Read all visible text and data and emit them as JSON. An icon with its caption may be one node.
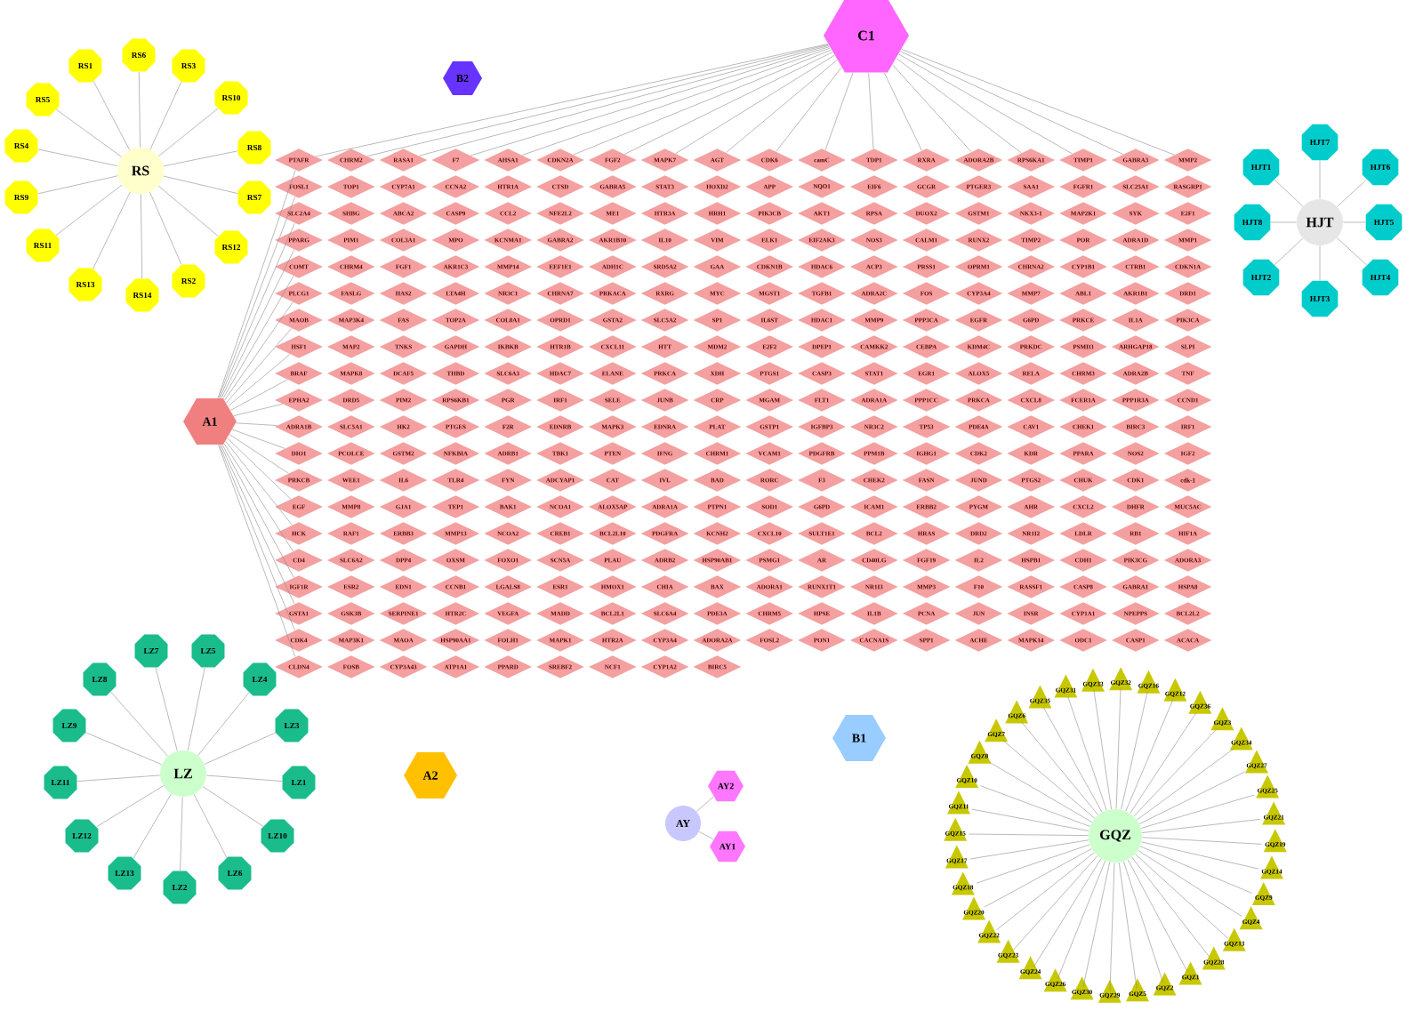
{
  "diagram": {
    "nodes": [
      {
        "text": [
          "RS"
        ]
      },
      {
        "text": [
          "RS1"
        ]
      },
      {
        "text": [
          "RS2"
        ]
      },
      {
        "text": [
          "RS3"
        ]
      },
      {
        "text": [
          "RS4"
        ]
      },
      {
        "text": [
          "RS5"
        ]
      },
      {
        "text": [
          "RS6"
        ]
      },
      {
        "text": [
          "RS7"
        ]
      },
      {
        "text": [
          "RS8"
        ]
      },
      {
        "text": [
          "RS9"
        ]
      },
      {
        "text": [
          "RS10"
        ]
      },
      {
        "text": [
          "RS11"
        ]
      },
      {
        "text": [
          "RS12"
        ]
      },
      {
        "text": [
          "RS13"
        ]
      },
      {
        "text": [
          "RS14"
        ]
      },
      {
        "text": [
          "B2"
        ]
      },
      {
        "text": [
          "C1"
        ]
      },
      {
        "text": [
          "HJT"
        ]
      },
      {
        "text": [
          "HJT1"
        ]
      },
      {
        "text": [
          "HJT2"
        ]
      },
      {
        "text": [
          "HJT3"
        ]
      },
      {
        "text": [
          "HJT4"
        ]
      },
      {
        "text": [
          "HJT5"
        ]
      },
      {
        "text": [
          "HJT6"
        ]
      },
      {
        "text": [
          "HJT7"
        ]
      },
      {
        "text": [
          "HJT8"
        ]
      },
      {
        "text": [
          "A1"
        ]
      },
      {
        "text": [
          "PTAFR"
        ]
      },
      {
        "text": [
          "CHRM2"
        ]
      },
      {
        "text": [
          "RASA1"
        ]
      },
      {
        "text": [
          "F7"
        ]
      },
      {
        "text": [
          "AHSA1"
        ]
      },
      {
        "text": [
          "CDKN2A"
        ]
      },
      {
        "text": [
          "FGF2"
        ]
      },
      {
        "text": [
          "MAPK7"
        ]
      },
      {
        "text": [
          "AGT"
        ]
      },
      {
        "text": [
          "CDK6"
        ]
      },
      {
        "text": [
          "camC"
        ]
      },
      {
        "text": [
          "TDP1"
        ]
      },
      {
        "text": [
          "RXRA"
        ]
      },
      {
        "text": [
          "ADORA2B"
        ]
      },
      {
        "text": [
          "RPS6KA1"
        ]
      },
      {
        "text": [
          "TIMP1"
        ]
      },
      {
        "text": [
          "GABRA3"
        ]
      },
      {
        "text": [
          "MMP2"
        ]
      },
      {
        "text": [
          "FOSL1"
        ]
      },
      {
        "text": [
          "TOP1"
        ]
      },
      {
        "text": [
          "CYP7A1"
        ]
      },
      {
        "text": [
          "CCNA2"
        ]
      },
      {
        "text": [
          "HTR1A"
        ]
      },
      {
        "text": [
          "CTSD"
        ]
      },
      {
        "text": [
          "GABRA5"
        ]
      },
      {
        "text": [
          "STAT3"
        ]
      },
      {
        "text": [
          "HOXD2"
        ]
      },
      {
        "text": [
          "APP"
        ]
      },
      {
        "text": [
          "NQO1"
        ]
      },
      {
        "text": [
          "EIF6"
        ]
      },
      {
        "text": [
          "GCGR"
        ]
      },
      {
        "text": [
          "PTGER3"
        ]
      },
      {
        "text": [
          "SAA1"
        ]
      },
      {
        "text": [
          "FGFR1"
        ]
      },
      {
        "text": [
          "SLC25A1"
        ]
      },
      {
        "text": [
          "RASGRP1"
        ]
      },
      {
        "text": [
          "SLC2A4"
        ]
      },
      {
        "text": [
          "SHBG"
        ]
      },
      {
        "text": [
          "ABCA2"
        ]
      },
      {
        "text": [
          "CASP9"
        ]
      },
      {
        "text": [
          "CCL2"
        ]
      },
      {
        "text": [
          "NFE2L2"
        ]
      },
      {
        "text": [
          "ME1"
        ]
      },
      {
        "text": [
          "HTR3A"
        ]
      },
      {
        "text": [
          "HRH1"
        ]
      },
      {
        "text": [
          "PIK3CB"
        ]
      },
      {
        "text": [
          "AKT1"
        ]
      },
      {
        "text": [
          "RPSA"
        ]
      },
      {
        "text": [
          "DUOX2"
        ]
      },
      {
        "text": [
          "GSTM1"
        ]
      },
      {
        "text": [
          "NKX3-1"
        ]
      },
      {
        "text": [
          "MAP2K1"
        ]
      },
      {
        "text": [
          "SYK"
        ]
      },
      {
        "text": [
          "E2F1"
        ]
      },
      {
        "text": [
          "PPARG"
        ]
      },
      {
        "text": [
          "PIM1"
        ]
      },
      {
        "text": [
          "COL3A1"
        ]
      },
      {
        "text": [
          "MPO"
        ]
      },
      {
        "text": [
          "KCNMA1"
        ]
      },
      {
        "text": [
          "GABRA2"
        ]
      },
      {
        "text": [
          "AKR1B10"
        ]
      },
      {
        "text": [
          "IL10"
        ]
      },
      {
        "text": [
          "VIM"
        ]
      },
      {
        "text": [
          "ELK1"
        ]
      },
      {
        "text": [
          "EIF2AK3"
        ]
      },
      {
        "text": [
          "NOS3"
        ]
      },
      {
        "text": [
          "CALM1"
        ]
      },
      {
        "text": [
          "RUNX2"
        ]
      },
      {
        "text": [
          "TIMP2"
        ]
      },
      {
        "text": [
          "POR"
        ]
      },
      {
        "text": [
          "ADRA1D"
        ]
      },
      {
        "text": [
          "MMP1"
        ]
      },
      {
        "text": [
          "COMT"
        ]
      },
      {
        "text": [
          "CHRM4"
        ]
      },
      {
        "text": [
          "FGF1"
        ]
      },
      {
        "text": [
          "AKR1C3"
        ]
      },
      {
        "text": [
          "MMP14"
        ]
      },
      {
        "text": [
          "EEF1E1"
        ]
      },
      {
        "text": [
          "ADH1C"
        ]
      },
      {
        "text": [
          "SRD5A2"
        ]
      },
      {
        "text": [
          "GAA"
        ]
      },
      {
        "text": [
          "CDKN1B"
        ]
      },
      {
        "text": [
          "HDAC6"
        ]
      },
      {
        "text": [
          "ACP3"
        ]
      },
      {
        "text": [
          "PRSS1"
        ]
      },
      {
        "text": [
          "OPRM1"
        ]
      },
      {
        "text": [
          "CHRNA2"
        ]
      },
      {
        "text": [
          "CYP1B1"
        ]
      },
      {
        "text": [
          "CTRB1"
        ]
      },
      {
        "text": [
          "CDKN1A"
        ]
      },
      {
        "text": [
          "PLCG1"
        ]
      },
      {
        "text": [
          "FASLG"
        ]
      },
      {
        "text": [
          "HAS2"
        ]
      },
      {
        "text": [
          "LTA4H"
        ]
      },
      {
        "text": [
          "NR3C1"
        ]
      },
      {
        "text": [
          "CHRNA7"
        ]
      },
      {
        "text": [
          "PRKACA"
        ]
      },
      {
        "text": [
          "RXRG"
        ]
      },
      {
        "text": [
          "MYC"
        ]
      },
      {
        "text": [
          "MGST1"
        ]
      },
      {
        "text": [
          "TGFB1"
        ]
      },
      {
        "text": [
          "ADRA2C"
        ]
      },
      {
        "text": [
          "FOS"
        ]
      },
      {
        "text": [
          "CYP3A4"
        ]
      },
      {
        "text": [
          "MMP7"
        ]
      },
      {
        "text": [
          "ABL1"
        ]
      },
      {
        "text": [
          "AKR1B1"
        ]
      },
      {
        "text": [
          "DRD1"
        ]
      },
      {
        "text": [
          "MAOB"
        ]
      },
      {
        "text": [
          "MAP3K4"
        ]
      },
      {
        "text": [
          "FAS"
        ]
      },
      {
        "text": [
          "TOP2A"
        ]
      },
      {
        "text": [
          "COL8A1"
        ]
      },
      {
        "text": [
          "OPRD1"
        ]
      },
      {
        "text": [
          "GSTA2"
        ]
      },
      {
        "text": [
          "SLC5A2"
        ]
      },
      {
        "text": [
          "SP1"
        ]
      },
      {
        "text": [
          "IL6ST"
        ]
      },
      {
        "text": [
          "HDAC1"
        ]
      },
      {
        "text": [
          "MMP9"
        ]
      },
      {
        "text": [
          "PPP3CA"
        ]
      },
      {
        "text": [
          "EGFR"
        ]
      },
      {
        "text": [
          "G6PD"
        ]
      },
      {
        "text": [
          "PRKCE"
        ]
      },
      {
        "text": [
          "IL1A"
        ]
      },
      {
        "text": [
          "PIK3CA"
        ]
      },
      {
        "text": [
          "HSF1"
        ]
      },
      {
        "text": [
          "MAP2"
        ]
      },
      {
        "text": [
          "TNKS"
        ]
      },
      {
        "text": [
          "GAPDH"
        ]
      },
      {
        "text": [
          "IKBKB"
        ]
      },
      {
        "text": [
          "HTR1B"
        ]
      },
      {
        "text": [
          "CXCL11"
        ]
      },
      {
        "text": [
          "HTT"
        ]
      },
      {
        "text": [
          "MDM2"
        ]
      },
      {
        "text": [
          "E2F2"
        ]
      },
      {
        "text": [
          "DPEP1"
        ]
      },
      {
        "text": [
          "CAMKK2"
        ]
      },
      {
        "text": [
          "CEBPA"
        ]
      },
      {
        "text": [
          "KDM4C"
        ]
      },
      {
        "text": [
          "PRKDC"
        ]
      },
      {
        "text": [
          "PSMD3"
        ]
      },
      {
        "text": [
          "ARHGAP18"
        ]
      },
      {
        "text": [
          "SLPI"
        ]
      },
      {
        "text": [
          "BRAF"
        ]
      },
      {
        "text": [
          "MAPK8"
        ]
      },
      {
        "text": [
          "DCAF5"
        ]
      },
      {
        "text": [
          "THBD"
        ]
      },
      {
        "text": [
          "SLC6A3"
        ]
      },
      {
        "text": [
          "HDAC7"
        ]
      },
      {
        "text": [
          "ELANE"
        ]
      },
      {
        "text": [
          "PRKCA"
        ]
      },
      {
        "text": [
          "XDH"
        ]
      },
      {
        "text": [
          "PTGS1"
        ]
      },
      {
        "text": [
          "CASP3"
        ]
      },
      {
        "text": [
          "STAT1"
        ]
      },
      {
        "text": [
          "EGR1"
        ]
      },
      {
        "text": [
          "ALOX5"
        ]
      },
      {
        "text": [
          "RELA"
        ]
      },
      {
        "text": [
          "CHRM3"
        ]
      },
      {
        "text": [
          "ADRA2B"
        ]
      },
      {
        "text": [
          "TNF"
        ]
      },
      {
        "text": [
          "EPHA2"
        ]
      },
      {
        "text": [
          "DRD5"
        ]
      },
      {
        "text": [
          "PIM2"
        ]
      },
      {
        "text": [
          "RPS6KB1"
        ]
      },
      {
        "text": [
          "PGR"
        ]
      },
      {
        "text": [
          "IRF1"
        ]
      },
      {
        "text": [
          "SELE"
        ]
      },
      {
        "text": [
          "JUNB"
        ]
      },
      {
        "text": [
          "CRP"
        ]
      },
      {
        "text": [
          "MGAM"
        ]
      },
      {
        "text": [
          "FLT1"
        ]
      },
      {
        "text": [
          "ADRA1A"
        ]
      },
      {
        "text": [
          "PPP1CC"
        ]
      },
      {
        "text": [
          "PRKCA"
        ]
      },
      {
        "text": [
          "CXCL8"
        ]
      },
      {
        "text": [
          "FCER1A"
        ]
      },
      {
        "text": [
          "PPP1R3A"
        ]
      },
      {
        "text": [
          "CCND1"
        ]
      },
      {
        "text": [
          "ADRA1B"
        ]
      },
      {
        "text": [
          "SLC5A1"
        ]
      },
      {
        "text": [
          "HK2"
        ]
      },
      {
        "text": [
          "PTGES"
        ]
      },
      {
        "text": [
          "F2R"
        ]
      },
      {
        "text": [
          "EDNRB"
        ]
      },
      {
        "text": [
          "MAPK3"
        ]
      },
      {
        "text": [
          "EDNRA"
        ]
      },
      {
        "text": [
          "PLAT"
        ]
      },
      {
        "text": [
          "GSTP1"
        ]
      },
      {
        "text": [
          "IGFBP3"
        ]
      },
      {
        "text": [
          "NR3C2"
        ]
      },
      {
        "text": [
          "TP53"
        ]
      },
      {
        "text": [
          "PDE4A"
        ]
      },
      {
        "text": [
          "CAV1"
        ]
      },
      {
        "text": [
          "CHEK1"
        ]
      },
      {
        "text": [
          "BIRC3"
        ]
      },
      {
        "text": [
          "IRF1"
        ]
      },
      {
        "text": [
          "DIO1"
        ]
      },
      {
        "text": [
          "PCOLCE"
        ]
      },
      {
        "text": [
          "GSTM2"
        ]
      },
      {
        "text": [
          "NFKBIA"
        ]
      },
      {
        "text": [
          "ADRB1"
        ]
      },
      {
        "text": [
          "TBK1"
        ]
      },
      {
        "text": [
          "PTEN"
        ]
      },
      {
        "text": [
          "IFNG"
        ]
      },
      {
        "text": [
          "CHRM1"
        ]
      },
      {
        "text": [
          "VCAM1"
        ]
      },
      {
        "text": [
          "PDGFRB"
        ]
      },
      {
        "text": [
          "PPM1B"
        ]
      },
      {
        "text": [
          "IGHG1"
        ]
      },
      {
        "text": [
          "CDK2"
        ]
      },
      {
        "text": [
          "KDR"
        ]
      },
      {
        "text": [
          "PPARA"
        ]
      },
      {
        "text": [
          "NOS2"
        ]
      },
      {
        "text": [
          "IGF2"
        ]
      },
      {
        "text": [
          "PRKCB"
        ]
      },
      {
        "text": [
          "WEE1"
        ]
      },
      {
        "text": [
          "IL6"
        ]
      },
      {
        "text": [
          "TLR4"
        ]
      },
      {
        "text": [
          "FYN"
        ]
      },
      {
        "text": [
          "ADCYAP1"
        ]
      },
      {
        "text": [
          "CAT"
        ]
      },
      {
        "text": [
          "IVL"
        ]
      },
      {
        "text": [
          "BAD"
        ]
      },
      {
        "text": [
          "RORC"
        ]
      },
      {
        "text": [
          "F3"
        ]
      },
      {
        "text": [
          "CHEK2"
        ]
      },
      {
        "text": [
          "FASN"
        ]
      },
      {
        "text": [
          "JUND"
        ]
      },
      {
        "text": [
          "PTGS2"
        ]
      },
      {
        "text": [
          "CHUK"
        ]
      },
      {
        "text": [
          "CDK1"
        ]
      },
      {
        "text": [
          "cdk-1"
        ]
      },
      {
        "text": [
          "EGF"
        ]
      },
      {
        "text": [
          "MMP8"
        ]
      },
      {
        "text": [
          "GJA1"
        ]
      },
      {
        "text": [
          "TEP1"
        ]
      },
      {
        "text": [
          "BAK1"
        ]
      },
      {
        "text": [
          "NCOA1"
        ]
      },
      {
        "text": [
          "ALOX5AP"
        ]
      },
      {
        "text": [
          "ADRA1A"
        ]
      },
      {
        "text": [
          "PTPN1"
        ]
      },
      {
        "text": [
          "SOD1"
        ]
      },
      {
        "text": [
          "G6PD"
        ]
      },
      {
        "text": [
          "ICAM1"
        ]
      },
      {
        "text": [
          "ERBB2"
        ]
      },
      {
        "text": [
          "PYGM"
        ]
      },
      {
        "text": [
          "AHR"
        ]
      },
      {
        "text": [
          "CXCL2"
        ]
      },
      {
        "text": [
          "DHFR"
        ]
      },
      {
        "text": [
          "MUC5AC"
        ]
      },
      {
        "text": [
          "HCK"
        ]
      },
      {
        "text": [
          "RAF1"
        ]
      },
      {
        "text": [
          "ERBB3"
        ]
      },
      {
        "text": [
          "MMP13"
        ]
      },
      {
        "text": [
          "NCOA2"
        ]
      },
      {
        "text": [
          "CREB1"
        ]
      },
      {
        "text": [
          "BCL2L10"
        ]
      },
      {
        "text": [
          "PDGFRA"
        ]
      },
      {
        "text": [
          "KCNH2"
        ]
      },
      {
        "text": [
          "CXCL10"
        ]
      },
      {
        "text": [
          "SULT1E1"
        ]
      },
      {
        "text": [
          "BCL2"
        ]
      },
      {
        "text": [
          "HRAS"
        ]
      },
      {
        "text": [
          "DRD2"
        ]
      },
      {
        "text": [
          "NR1I2"
        ]
      },
      {
        "text": [
          "LDLR"
        ]
      },
      {
        "text": [
          "RB1"
        ]
      },
      {
        "text": [
          "HIF1A"
        ]
      },
      {
        "text": [
          "CD4"
        ]
      },
      {
        "text": [
          "SLC6A2"
        ]
      },
      {
        "text": [
          "DPP4"
        ]
      },
      {
        "text": [
          "OXSM"
        ]
      },
      {
        "text": [
          "FOXO1"
        ]
      },
      {
        "text": [
          "SCN5A"
        ]
      },
      {
        "text": [
          "PLAU"
        ]
      },
      {
        "text": [
          "ADRB2"
        ]
      },
      {
        "text": [
          "HSP90AB1"
        ]
      },
      {
        "text": [
          "PSMG1"
        ]
      },
      {
        "text": [
          "AR"
        ]
      },
      {
        "text": [
          "CD40LG"
        ]
      },
      {
        "text": [
          "FGF19"
        ]
      },
      {
        "text": [
          "IL2"
        ]
      },
      {
        "text": [
          "HSPB1"
        ]
      },
      {
        "text": [
          "CDH1"
        ]
      },
      {
        "text": [
          "PIK3CG"
        ]
      },
      {
        "text": [
          "ADORA3"
        ]
      },
      {
        "text": [
          "IGF1R"
        ]
      },
      {
        "text": [
          "ESR2"
        ]
      },
      {
        "text": [
          "EDN1"
        ]
      },
      {
        "text": [
          "CCNB1"
        ]
      },
      {
        "text": [
          "LGALS8"
        ]
      },
      {
        "text": [
          "ESR1"
        ]
      },
      {
        "text": [
          "HMOX1"
        ]
      },
      {
        "text": [
          "CHIA"
        ]
      },
      {
        "text": [
          "BAX"
        ]
      },
      {
        "text": [
          "ADORA1"
        ]
      },
      {
        "text": [
          "RUNX1T1"
        ]
      },
      {
        "text": [
          "NR1I3"
        ]
      },
      {
        "text": [
          "MMP3"
        ]
      },
      {
        "text": [
          "F10"
        ]
      },
      {
        "text": [
          "RASSF1"
        ]
      },
      {
        "text": [
          "CASP8"
        ]
      },
      {
        "text": [
          "GABRA1"
        ]
      },
      {
        "text": [
          "HSPA8"
        ]
      },
      {
        "text": [
          "GSTA1"
        ]
      },
      {
        "text": [
          "GSK3B"
        ]
      },
      {
        "text": [
          "SERPINE1"
        ]
      },
      {
        "text": [
          "HTR2C"
        ]
      },
      {
        "text": [
          "VEGFA"
        ]
      },
      {
        "text": [
          "MADD"
        ]
      },
      {
        "text": [
          "BCL2L1"
        ]
      },
      {
        "text": [
          "SLC6A4"
        ]
      },
      {
        "text": [
          "PDE3A"
        ]
      },
      {
        "text": [
          "CHRM5"
        ]
      },
      {
        "text": [
          "HPSE"
        ]
      },
      {
        "text": [
          "IL1B"
        ]
      },
      {
        "text": [
          "PCNA"
        ]
      },
      {
        "text": [
          "JUN"
        ]
      },
      {
        "text": [
          "INSR"
        ]
      },
      {
        "text": [
          "CYP1A1"
        ]
      },
      {
        "text": [
          "NPEPPS"
        ]
      },
      {
        "text": [
          "BCL2L2"
        ]
      },
      {
        "text": [
          "CDK4"
        ]
      },
      {
        "text": [
          "MAP3K1"
        ]
      },
      {
        "text": [
          "MAOA"
        ]
      },
      {
        "text": [
          "HSP90AA1"
        ]
      },
      {
        "text": [
          "FOLH1"
        ]
      },
      {
        "text": [
          "MAPK1"
        ]
      },
      {
        "text": [
          "HTR2A"
        ]
      },
      {
        "text": [
          "CYP3A4"
        ]
      },
      {
        "text": [
          "ADORA2A"
        ]
      },
      {
        "text": [
          "FOSL2"
        ]
      },
      {
        "text": [
          "PON1"
        ]
      },
      {
        "text": [
          "CACNA1S"
        ]
      },
      {
        "text": [
          "SPP1"
        ]
      },
      {
        "text": [
          "ACHE"
        ]
      },
      {
        "text": [
          "MAPK14"
        ]
      },
      {
        "text": [
          "ODC1"
        ]
      },
      {
        "text": [
          "CASP1"
        ]
      },
      {
        "text": [
          "ACACA"
        ]
      },
      {
        "text": [
          "CLDN4"
        ]
      },
      {
        "text": [
          "FOSB"
        ]
      },
      {
        "text": [
          "CYP3A43"
        ]
      },
      {
        "text": [
          "ATP1A1"
        ]
      },
      {
        "text": [
          "PPARD"
        ]
      },
      {
        "text": [
          "SREBF2"
        ]
      },
      {
        "text": [
          "NCF1"
        ]
      },
      {
        "text": [
          "CYP1A2"
        ]
      },
      {
        "text": [
          "BIRC5"
        ]
      },
      {
        "text": [
          "LZ"
        ]
      },
      {
        "text": [
          "LZ1"
        ]
      },
      {
        "text": [
          "LZ2"
        ]
      },
      {
        "text": [
          "LZ3"
        ]
      },
      {
        "text": [
          "LZ4"
        ]
      },
      {
        "text": [
          "LZ5"
        ]
      },
      {
        "text": [
          "LZ6"
        ]
      },
      {
        "text": [
          "LZ7"
        ]
      },
      {
        "text": [
          "LZ8"
        ]
      },
      {
        "text": [
          "LZ9"
        ]
      },
      {
        "text": [
          "LZ10"
        ]
      },
      {
        "text": [
          "LZ11"
        ]
      },
      {
        "text": [
          "LZ12"
        ]
      },
      {
        "text": [
          "LZ13"
        ]
      },
      {
        "text": [
          "A2"
        ]
      },
      {
        "text": [
          "B1"
        ]
      },
      {
        "text": [
          "AY"
        ]
      },
      {
        "text": [
          "AY1"
        ]
      },
      {
        "text": [
          "AY2"
        ]
      },
      {
        "text": [
          "GQZ"
        ]
      },
      {
        "text": [
          "GQZ1"
        ]
      },
      {
        "text": [
          "GQZ2"
        ]
      },
      {
        "text": [
          "GQZ3"
        ]
      },
      {
        "text": [
          "GQZ4"
        ]
      },
      {
        "text": [
          "GQZ5"
        ]
      },
      {
        "text": [
          "GQZ6"
        ]
      },
      {
        "text": [
          "GQZ7"
        ]
      },
      {
        "text": [
          "GQZ8"
        ]
      },
      {
        "text": [
          "GQZ9"
        ]
      },
      {
        "text": [
          "GQZ10"
        ]
      },
      {
        "text": [
          "GQZ11"
        ]
      },
      {
        "text": [
          "GQZ12"
        ]
      },
      {
        "text": [
          "GQZ13"
        ]
      },
      {
        "text": [
          "GQZ14"
        ]
      },
      {
        "text": [
          "GQZ15"
        ]
      },
      {
        "text": [
          "GQZ16"
        ]
      },
      {
        "text": [
          "GQZ17"
        ]
      },
      {
        "text": [
          "GQZ18"
        ]
      },
      {
        "text": [
          "GQZ19"
        ]
      },
      {
        "text": [
          "GQZ20"
        ]
      },
      {
        "text": [
          "GQZ21"
        ]
      },
      {
        "text": [
          "GQZ22"
        ]
      },
      {
        "text": [
          "GQZ23"
        ]
      },
      {
        "text": [
          "GQZ24"
        ]
      },
      {
        "text": [
          "GQZ25"
        ]
      },
      {
        "text": [
          "GQZ26"
        ]
      },
      {
        "text": [
          "GQZ27"
        ]
      },
      {
        "text": [
          "GQZ28"
        ]
      },
      {
        "text": [
          "GQZ29"
        ]
      },
      {
        "text": [
          "GQZ30"
        ]
      },
      {
        "text": [
          "GQZ31"
        ]
      },
      {
        "text": [
          "GQZ32"
        ]
      },
      {
        "text": [
          "GQZ33"
        ]
      },
      {
        "text": [
          "GQZ34"
        ]
      },
      {
        "text": [
          "GQZ35"
        ]
      },
      {
        "text": [
          "GQZ36"
        ]
      }
    ],
    "edges": [
      {
        "from": 0,
        "to": 1,
        "arrow": "none"
      },
      {
        "from": 0,
        "to": 2,
        "arrow": "none"
      },
      {
        "from": 0,
        "to": 3,
        "arrow": "none"
      },
      {
        "from": 0,
        "to": 4,
        "arrow": "none"
      },
      {
        "from": 0,
        "to": 5,
        "arrow": "none"
      },
      {
        "from": 0,
        "to": 6,
        "arrow": "none"
      },
      {
        "from": 0,
        "to": 7,
        "arrow": "none"
      },
      {
        "from": 0,
        "to": 8,
        "arrow": "none"
      },
      {
        "from": 0,
        "to": 9,
        "arrow": "none"
      },
      {
        "from": 0,
        "to": 10,
        "arrow": "none"
      },
      {
        "from": 0,
        "to": 11,
        "arrow": "none"
      },
      {
        "from": 0,
        "to": 12,
        "arrow": "none"
      },
      {
        "from": 0,
        "to": 13,
        "arrow": "none"
      },
      {
        "from": 0,
        "to": 14,
        "arrow": "none"
      },
      {
        "from": 17,
        "to": 18,
        "arrow": "none"
      },
      {
        "from": 17,
        "to": 19,
        "arrow": "none"
      },
      {
        "from": 17,
        "to": 20,
        "arrow": "none"
      },
      {
        "from": 17,
        "to": 21,
        "arrow": "none"
      },
      {
        "from": 17,
        "to": 22,
        "arrow": "none"
      },
      {
        "from": 17,
        "to": 23,
        "arrow": "none"
      },
      {
        "from": 17,
        "to": 24,
        "arrow": "none"
      },
      {
        "from": 17,
        "to": 25,
        "arrow": "none"
      },
      {
        "from": 378,
        "to": 379,
        "arrow": "none"
      },
      {
        "from": 378,
        "to": 380,
        "arrow": "none"
      },
      {
        "from": 378,
        "to": 381,
        "arrow": "none"
      },
      {
        "from": 378,
        "to": 382,
        "arrow": "none"
      },
      {
        "from": 378,
        "to": 383,
        "arrow": "none"
      },
      {
        "from": 378,
        "to": 384,
        "arrow": "none"
      },
      {
        "from": 378,
        "to": 385,
        "arrow": "none"
      },
      {
        "from": 378,
        "to": 386,
        "arrow": "none"
      },
      {
        "from": 378,
        "to": 387,
        "arrow": "none"
      },
      {
        "from": 378,
        "to": 388,
        "arrow": "none"
      },
      {
        "from": 378,
        "to": 389,
        "arrow": "none"
      },
      {
        "from": 378,
        "to": 390,
        "arrow": "none"
      },
      {
        "from": 378,
        "to": 391,
        "arrow": "none"
      },
      {
        "from": 394,
        "to": 395,
        "arrow": "none"
      },
      {
        "from": 394,
        "to": 396,
        "arrow": "none"
      },
      {
        "from": 397,
        "to": 398,
        "arrow": "none"
      },
      {
        "from": 397,
        "to": 399,
        "arrow": "none"
      },
      {
        "from": 397,
        "to": 400,
        "arrow": "none"
      },
      {
        "from": 397,
        "to": 401,
        "arrow": "none"
      },
      {
        "from": 397,
        "to": 402,
        "arrow": "none"
      },
      {
        "from": 397,
        "to": 403,
        "arrow": "none"
      },
      {
        "from": 397,
        "to": 404,
        "arrow": "none"
      },
      {
        "from": 397,
        "to": 405,
        "arrow": "none"
      },
      {
        "from": 397,
        "to": 406,
        "arrow": "none"
      },
      {
        "from": 397,
        "to": 407,
        "arrow": "none"
      },
      {
        "from": 397,
        "to": 408,
        "arrow": "none"
      },
      {
        "from": 397,
        "to": 409,
        "arrow": "none"
      },
      {
        "from": 397,
        "to": 410,
        "arrow": "none"
      },
      {
        "from": 397,
        "to": 411,
        "arrow": "none"
      },
      {
        "from": 397,
        "to": 412,
        "arrow": "none"
      },
      {
        "from": 397,
        "to": 413,
        "arrow": "none"
      },
      {
        "from": 397,
        "to": 414,
        "arrow": "none"
      },
      {
        "from": 397,
        "to": 415,
        "arrow": "none"
      },
      {
        "from": 397,
        "to": 416,
        "arrow": "none"
      },
      {
        "from": 397,
        "to": 417,
        "arrow": "none"
      },
      {
        "from": 397,
        "to": 418,
        "arrow": "none"
      },
      {
        "from": 397,
        "to": 419,
        "arrow": "none"
      },
      {
        "from": 397,
        "to": 420,
        "arrow": "none"
      },
      {
        "from": 397,
        "to": 421,
        "arrow": "none"
      },
      {
        "from": 397,
        "to": 422,
        "arrow": "none"
      },
      {
        "from": 397,
        "to": 423,
        "arrow": "none"
      },
      {
        "from": 397,
        "to": 424,
        "arrow": "none"
      },
      {
        "from": 397,
        "to": 425,
        "arrow": "none"
      },
      {
        "from": 397,
        "to": 426,
        "arrow": "none"
      },
      {
        "from": 397,
        "to": 427,
        "arrow": "none"
      },
      {
        "from": 397,
        "to": 428,
        "arrow": "none"
      },
      {
        "from": 397,
        "to": 429,
        "arrow": "none"
      },
      {
        "from": 397,
        "to": 430,
        "arrow": "none"
      },
      {
        "from": 397,
        "to": 431,
        "arrow": "none"
      },
      {
        "from": 397,
        "to": 432,
        "arrow": "none"
      },
      {
        "from": 397,
        "to": 433,
        "arrow": "none"
      },
      {
        "from": 16,
        "to": 27,
        "arrow": "none"
      },
      {
        "from": 16,
        "to": 28,
        "arrow": "none"
      },
      {
        "from": 16,
        "to": 29,
        "arrow": "none"
      },
      {
        "from": 16,
        "to": 30,
        "arrow": "none"
      },
      {
        "from": 16,
        "to": 31,
        "arrow": "none"
      },
      {
        "from": 16,
        "to": 32,
        "arrow": "none"
      },
      {
        "from": 16,
        "to": 33,
        "arrow": "none"
      },
      {
        "from": 16,
        "to": 34,
        "arrow": "none"
      },
      {
        "from": 16,
        "to": 35,
        "arrow": "none"
      },
      {
        "from": 16,
        "to": 36,
        "arrow": "none"
      },
      {
        "from": 16,
        "to": 37,
        "arrow": "none"
      },
      {
        "from": 16,
        "to": 38,
        "arrow": "none"
      },
      {
        "from": 16,
        "to": 39,
        "arrow": "none"
      },
      {
        "from": 16,
        "to": 40,
        "arrow": "none"
      },
      {
        "from": 16,
        "to": 41,
        "arrow": "none"
      },
      {
        "from": 16,
        "to": 42,
        "arrow": "none"
      },
      {
        "from": 16,
        "to": 43,
        "arrow": "none"
      },
      {
        "from": 16,
        "to": 44,
        "arrow": "none"
      },
      {
        "from": 26,
        "to": 27,
        "arrow": "none"
      },
      {
        "from": 26,
        "to": 45,
        "arrow": "none"
      },
      {
        "from": 26,
        "to": 63,
        "arrow": "none"
      },
      {
        "from": 26,
        "to": 81,
        "arrow": "none"
      },
      {
        "from": 26,
        "to": 99,
        "arrow": "none"
      },
      {
        "from": 26,
        "to": 117,
        "arrow": "none"
      },
      {
        "from": 26,
        "to": 135,
        "arrow": "none"
      },
      {
        "from": 26,
        "to": 153,
        "arrow": "none"
      },
      {
        "from": 26,
        "to": 171,
        "arrow": "none"
      },
      {
        "from": 26,
        "to": 189,
        "arrow": "none"
      },
      {
        "from": 26,
        "to": 207,
        "arrow": "none"
      },
      {
        "from": 26,
        "to": 225,
        "arrow": "none"
      },
      {
        "from": 26,
        "to": 243,
        "arrow": "none"
      },
      {
        "from": 26,
        "to": 261,
        "arrow": "none"
      },
      {
        "from": 26,
        "to": 279,
        "arrow": "none"
      },
      {
        "from": 26,
        "to": 297,
        "arrow": "none"
      },
      {
        "from": 26,
        "to": 315,
        "arrow": "none"
      },
      {
        "from": 26,
        "to": 333,
        "arrow": "none"
      },
      {
        "from": 26,
        "to": 351,
        "arrow": "none"
      },
      {
        "from": 26,
        "to": 369,
        "arrow": "none"
      }
    ]
  }
}
